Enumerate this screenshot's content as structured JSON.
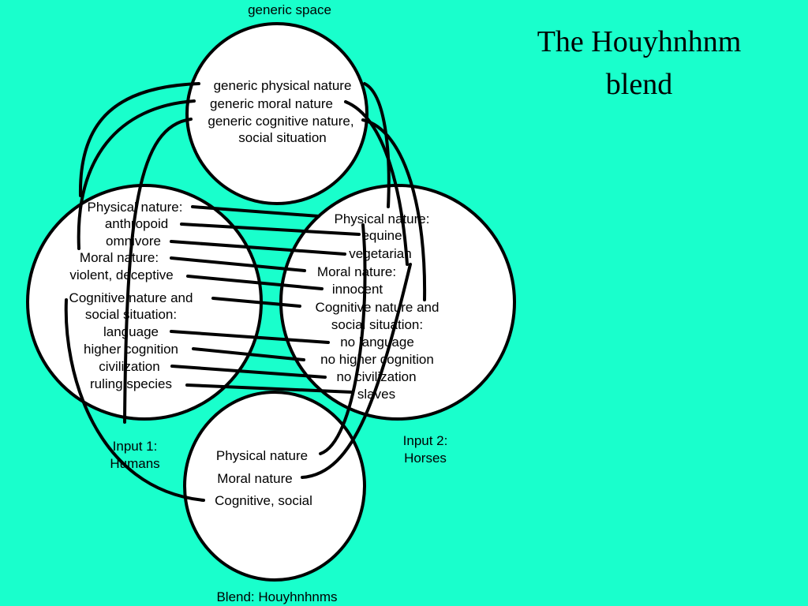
{
  "title": {
    "line1": "The Houyhnhnm",
    "line2": "blend"
  },
  "generic_space": {
    "label": "generic space",
    "items": [
      "generic physical nature",
      "generic moral nature",
      "generic cognitive nature,",
      "social situation"
    ]
  },
  "input1": {
    "caption_line1": "Input 1:",
    "caption_line2": "Humans",
    "items": [
      "Physical nature:",
      "anthropoid",
      "omnivore",
      "Moral nature:",
      "violent, deceptive",
      "Cognitive nature and",
      "social situation:",
      "language",
      "higher cognition",
      "civilization",
      "ruling species"
    ]
  },
  "input2": {
    "caption_line1": "Input 2:",
    "caption_line2": "Horses",
    "items": [
      "Physical nature:",
      "equine",
      "vegetarian",
      "Moral nature:",
      "innocent",
      "Cognitive nature and",
      "social situation:",
      "no language",
      "no higher cognition",
      "no civilization",
      "slaves"
    ]
  },
  "blend": {
    "label": "Blend: Houyhnhnms",
    "items": [
      "Physical nature",
      "Moral nature",
      "Cognitive, social"
    ]
  },
  "colors": {
    "background": "#19ffcc",
    "circle_fill": "#ffffff",
    "stroke": "#000000"
  }
}
